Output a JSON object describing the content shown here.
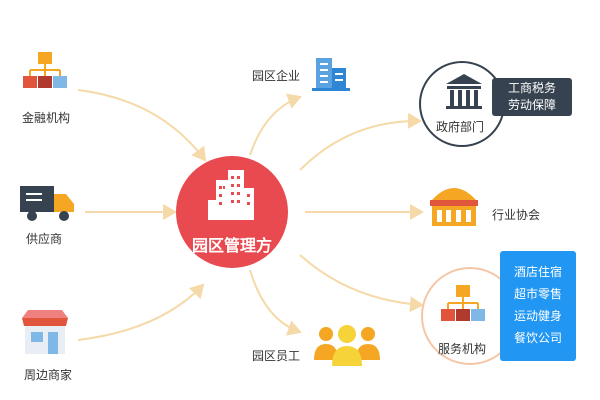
{
  "center": {
    "label": "园区管理方"
  },
  "left_nodes": [
    {
      "label": "金融机构",
      "icon": "org-chart-icon"
    },
    {
      "label": "供应商",
      "icon": "delivery-truck-icon"
    },
    {
      "label": "周边商家",
      "icon": "storefront-icon"
    }
  ],
  "right_nodes": [
    {
      "label": "园区企业",
      "icon": "office-building-icon"
    },
    {
      "label": "政府部门",
      "icon": "government-building-icon",
      "tags": [
        "工商税务",
        "劳动保障"
      ]
    },
    {
      "label": "行业协会",
      "icon": "association-hall-icon"
    },
    {
      "label": "服务机构",
      "icon": "org-chart-icon",
      "tags": [
        "酒店住宿",
        "超市零售",
        "运动健身",
        "餐饮公司"
      ]
    },
    {
      "label": "园区员工",
      "icon": "people-group-icon"
    }
  ],
  "colors": {
    "center_fill": "#e84a4f",
    "arrow": "#f5d9a8",
    "gov_box": "#36424f",
    "service_box": "#2196f3",
    "orange": "#f5a623",
    "red": "#e0553b",
    "blue": "#7fb8e6"
  }
}
